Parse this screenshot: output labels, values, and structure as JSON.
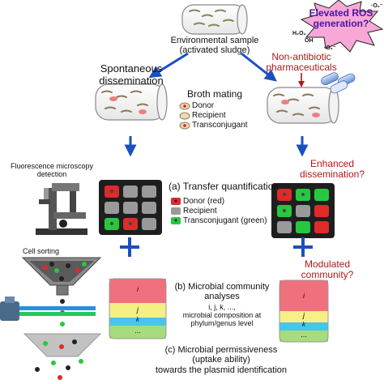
{
  "top": {
    "sample": "Environmental sample\n(activated sludge)"
  },
  "ros": {
    "label": "Elevated ROS\ngeneration?",
    "species": [
      "H₂O₂",
      "OH",
      "·O₂⁻",
      "·O₂⁻"
    ]
  },
  "left": {
    "title": "Spontaneous\ndissemination"
  },
  "right": {
    "pharma": "Non-antibiotic\npharmaceuticals",
    "enhanced": "Enhanced\ndissemination?",
    "modulated": "Modulated\ncommunity?"
  },
  "broth": {
    "title": "Broth mating",
    "legend": [
      "Donor",
      "Recipient",
      "Transconjugant"
    ]
  },
  "microscopy": {
    "label": "Fluorescence microscopy\ndetection"
  },
  "quant": {
    "title": "(a) Transfer quantification",
    "legend": [
      "Donor (red)",
      "Recipient",
      "Transconjugant (green)"
    ]
  },
  "sorting": {
    "label": "Cell sorting"
  },
  "analysis": {
    "b_title": "(b) Microbial community\nanalyses",
    "b_detail": "i, j, k, ...,\nmicrobial composition at\nphylum/genus level",
    "c_title": "(c) Microbial permissiveness\n(uptake ability)\ntowards the plasmid identification"
  },
  "bars": {
    "labels": [
      "i",
      "j",
      "k",
      "..."
    ]
  },
  "colors": {
    "arrow_blue": "#1a4fc0",
    "accent_red": "#b01818",
    "ros_pink": "#f7a8d6",
    "green": "#27c840",
    "cell_red": "#e02a2a"
  },
  "icons": [
    "tube-icon",
    "starburst-icon",
    "pill-icon",
    "microscope-icon",
    "sorter-funnel-icon",
    "fiber-cable-icon",
    "plus-icon",
    "down-arrow-icon"
  ]
}
